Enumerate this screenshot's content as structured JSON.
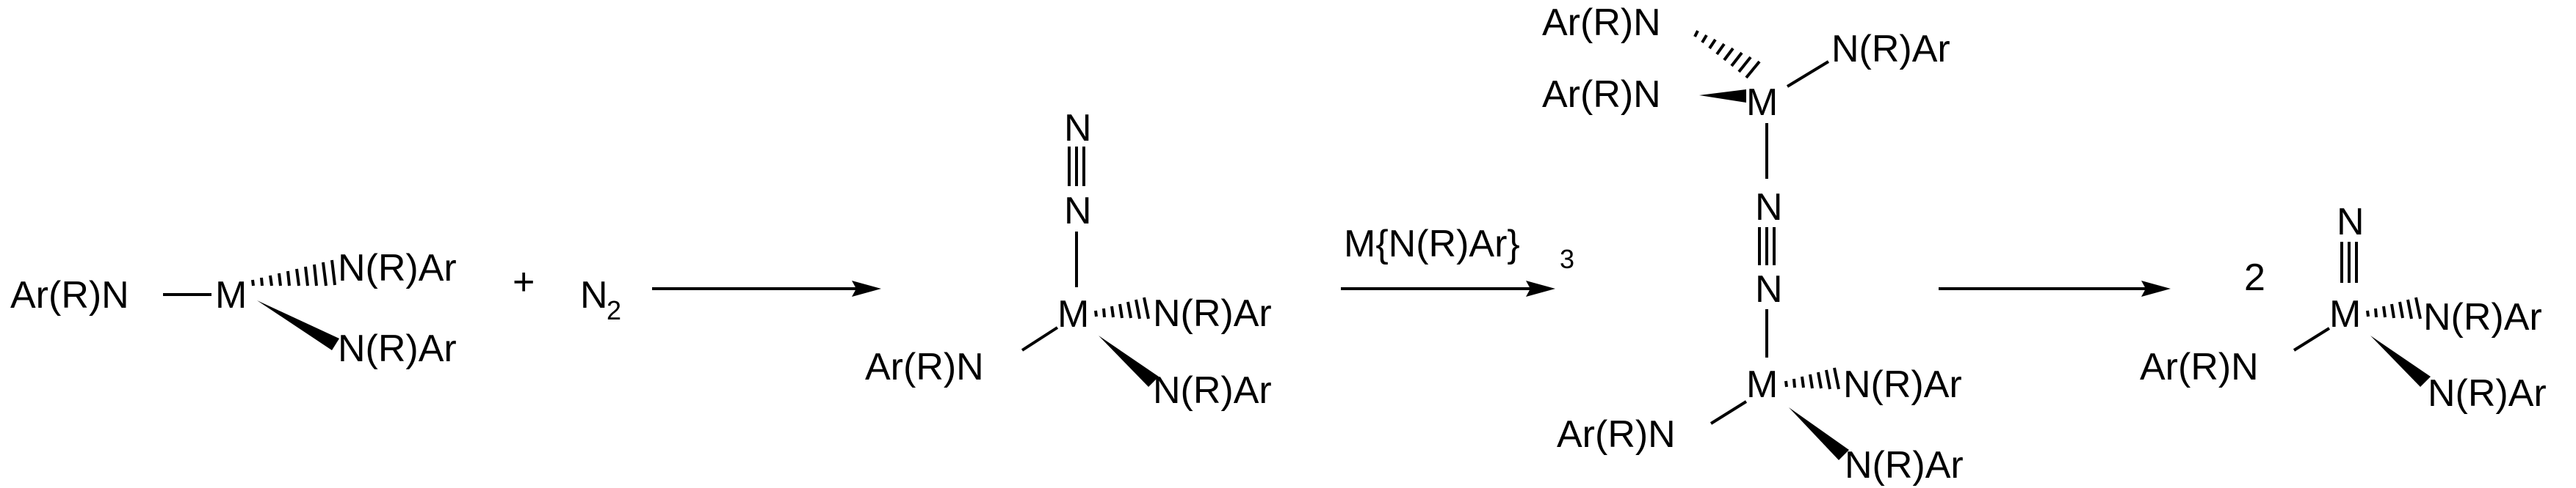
{
  "scheme": {
    "reactant": {
      "metal": "M",
      "ligand": "Ar(R)N",
      "ligand_right": "N(R)Ar"
    },
    "plus": "+",
    "dinitrogen": {
      "base": "N",
      "subscript": "2"
    },
    "intermediate_azide": {
      "metal": "M",
      "n_top": "N",
      "n_mid": "N",
      "ligand_left": "Ar(R)N",
      "ligand_right": "N(R)Ar"
    },
    "reagent": {
      "text": "M{N(R)Ar}",
      "subscript": "3"
    },
    "dimer": {
      "metal": "M",
      "n": "N",
      "ligand_left": "Ar(R)N",
      "ligand_right": "N(R)Ar"
    },
    "product": {
      "coefficient": "2",
      "metal": "M",
      "nitride": "N",
      "ligand_left": "Ar(R)N",
      "ligand_right": "N(R)Ar"
    }
  },
  "colors": {
    "ink": "#000000",
    "background": "#ffffff"
  }
}
